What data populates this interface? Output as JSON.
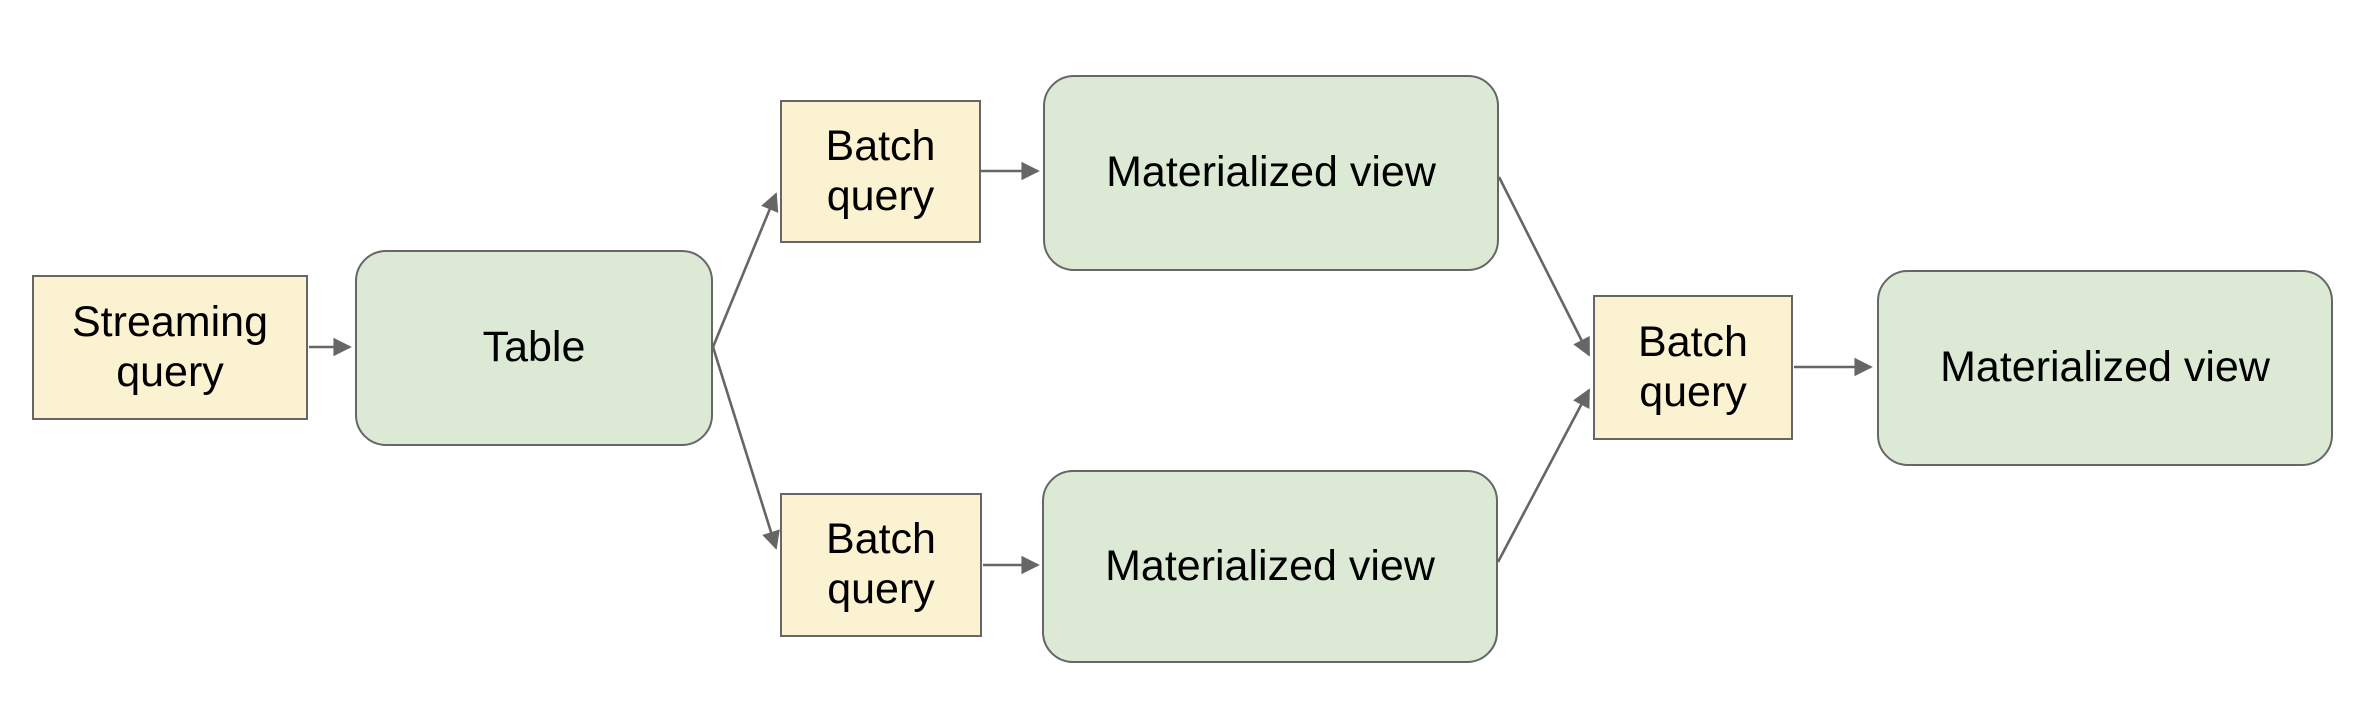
{
  "diagram": {
    "colors": {
      "background": "#FFFFFF",
      "query_fill": "#FBF2D1",
      "query_border": "#666666",
      "view_fill": "#DCE9D4",
      "view_border": "#666666",
      "arrow": "#666666",
      "text": "#000000"
    },
    "nodes": [
      {
        "id": "streaming-query",
        "label": "Streaming query",
        "kind": "query"
      },
      {
        "id": "table",
        "label": "Table",
        "kind": "view"
      },
      {
        "id": "batch-query-top",
        "label": "Batch query",
        "kind": "query"
      },
      {
        "id": "materialized-view-top",
        "label": "Materialized view",
        "kind": "view"
      },
      {
        "id": "batch-query-bottom",
        "label": "Batch query",
        "kind": "query"
      },
      {
        "id": "materialized-view-bottom",
        "label": "Materialized view",
        "kind": "view"
      },
      {
        "id": "batch-query-right",
        "label": "Batch query",
        "kind": "query"
      },
      {
        "id": "materialized-view-final",
        "label": "Materialized view",
        "kind": "view"
      }
    ],
    "edges": [
      {
        "from": "streaming-query",
        "to": "table"
      },
      {
        "from": "table",
        "to": "batch-query-top"
      },
      {
        "from": "table",
        "to": "batch-query-bottom"
      },
      {
        "from": "batch-query-top",
        "to": "materialized-view-top"
      },
      {
        "from": "batch-query-bottom",
        "to": "materialized-view-bottom"
      },
      {
        "from": "materialized-view-top",
        "to": "batch-query-right"
      },
      {
        "from": "materialized-view-bottom",
        "to": "batch-query-right"
      },
      {
        "from": "batch-query-right",
        "to": "materialized-view-final"
      }
    ]
  }
}
